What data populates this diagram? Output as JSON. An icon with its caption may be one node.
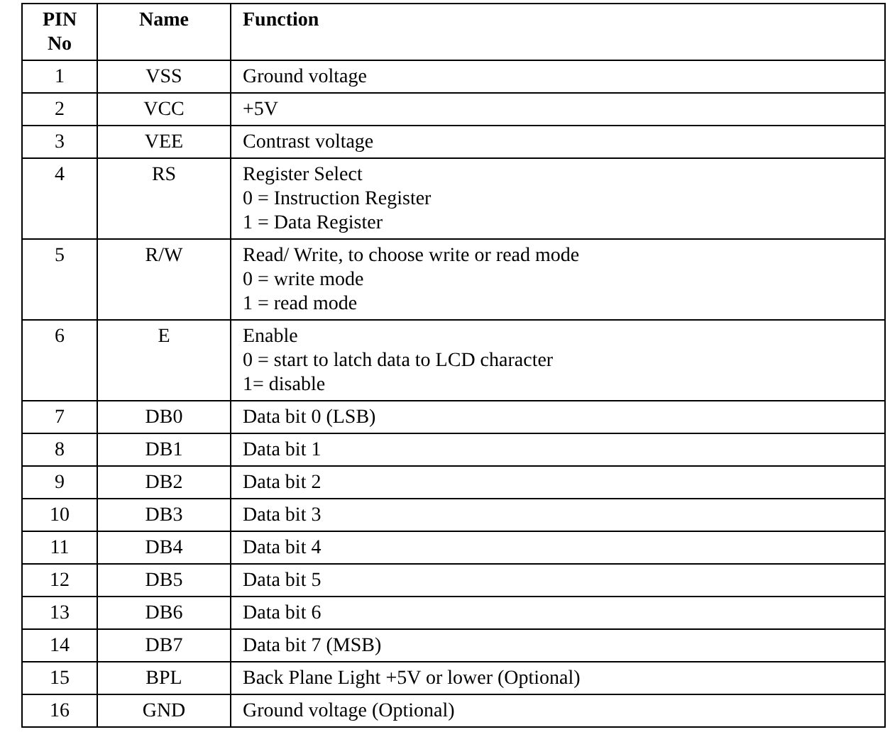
{
  "diagram": {
    "nodes": [
      {
        "text": [
          "PIN No"
        ]
      },
      {
        "text": [
          "Name"
        ]
      },
      {
        "text": [
          "Function"
        ]
      },
      {
        "text": [
          "1"
        ]
      },
      {
        "text": [
          "VSS"
        ]
      },
      {
        "text": [
          "Ground voltage"
        ]
      },
      {
        "text": [
          "2"
        ]
      },
      {
        "text": [
          "VCC"
        ]
      },
      {
        "text": [
          "+5V"
        ]
      },
      {
        "text": [
          "3"
        ]
      },
      {
        "text": [
          "VEE"
        ]
      },
      {
        "text": [
          "Contrast voltage"
        ]
      },
      {
        "text": [
          "4"
        ]
      },
      {
        "text": [
          "RS"
        ]
      },
      {
        "text": [
          "Register Select",
          "0 = Instruction Register",
          "1 = Data Register"
        ]
      },
      {
        "text": [
          "5"
        ]
      },
      {
        "text": [
          "R/W"
        ]
      },
      {
        "text": [
          "Read/ Write, to choose write or read mode",
          "0 = write mode",
          "1 = read mode"
        ]
      },
      {
        "text": [
          "6"
        ]
      },
      {
        "text": [
          "E"
        ]
      },
      {
        "text": [
          "Enable",
          "0 = start to latch data to LCD character",
          "1= disable"
        ]
      },
      {
        "text": [
          "7"
        ]
      },
      {
        "text": [
          "DB0"
        ]
      },
      {
        "text": [
          "Data bit 0 (LSB)"
        ]
      },
      {
        "text": [
          "8"
        ]
      },
      {
        "text": [
          "DB1"
        ]
      },
      {
        "text": [
          "Data bit 1"
        ]
      },
      {
        "text": [
          "9"
        ]
      },
      {
        "text": [
          "DB2"
        ]
      },
      {
        "text": [
          "Data bit 2"
        ]
      },
      {
        "text": [
          "10"
        ]
      },
      {
        "text": [
          "DB3"
        ]
      },
      {
        "text": [
          "Data bit 3"
        ]
      },
      {
        "text": [
          "11"
        ]
      },
      {
        "text": [
          "DB4"
        ]
      },
      {
        "text": [
          "Data bit 4"
        ]
      },
      {
        "text": [
          "12"
        ]
      },
      {
        "text": [
          "DB5"
        ]
      },
      {
        "text": [
          "Data bit 5"
        ]
      },
      {
        "text": [
          "13"
        ]
      },
      {
        "text": [
          "DB6"
        ]
      },
      {
        "text": [
          "Data bit 6"
        ]
      },
      {
        "text": [
          "14"
        ]
      },
      {
        "text": [
          "DB7"
        ]
      },
      {
        "text": [
          "Data bit 7 (MSB)"
        ]
      },
      {
        "text": [
          "15"
        ]
      },
      {
        "text": [
          "BPL"
        ]
      },
      {
        "text": [
          "Back Plane Light +5V or lower (Optional)"
        ]
      },
      {
        "text": [
          "16"
        ]
      },
      {
        "text": [
          "GND"
        ]
      },
      {
        "text": [
          "Ground voltage (Optional)"
        ]
      }
    ]
  }
}
